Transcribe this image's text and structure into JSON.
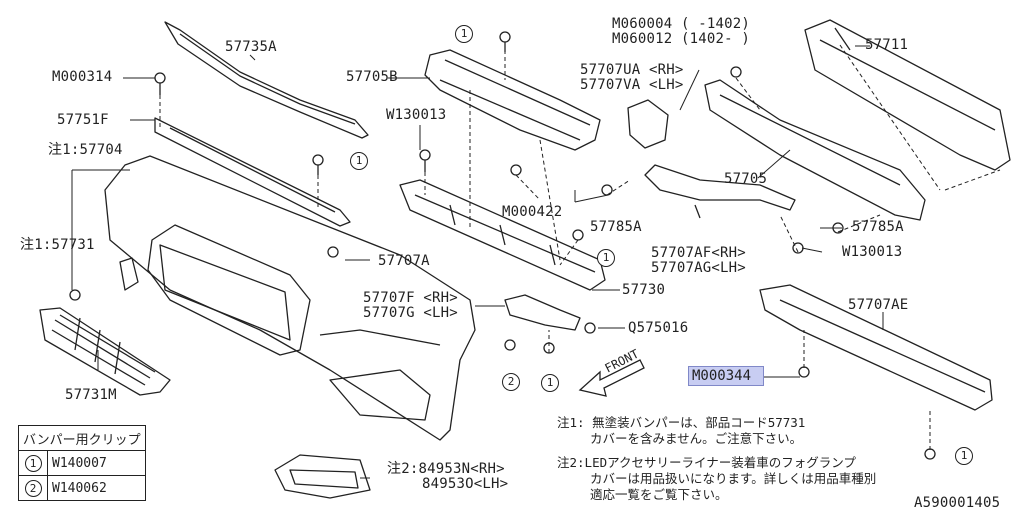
{
  "diagram_id": "A590001405",
  "highlight": {
    "code": "M000344",
    "color": "#c8cdf2"
  },
  "labels": {
    "p57735A": "57735A",
    "p57711": "57711",
    "m060004": "M060004 ( -1402)",
    "m060012": "M060012 (1402- )",
    "m000314": "M000314",
    "p57705B": "57705B",
    "p57707UA": "57707UA <RH>",
    "p57707VA": "57707VA <LH>",
    "p57751F": "57751F",
    "w130013a": "W130013",
    "p57704": "注1:57704",
    "p57705": "57705",
    "m000422": "M000422",
    "p57785A_1": "57785A",
    "p57785A_2": "57785A",
    "p57731": "注1:57731",
    "p57707A": "57707A",
    "p57707AF": "57707AF<RH>",
    "p57707AG": "57707AG<LH>",
    "w130013b": "W130013",
    "p57730": "57730",
    "p57707F": "57707F <RH>",
    "p57707G": "57707G <LH>",
    "p57707AE": "57707AE",
    "q575016": "Q575016",
    "p57731M": "57731M",
    "front": "FRONT",
    "p84953N": "注2:84953N<RH>",
    "p84953O": "84953O<LH>"
  },
  "callouts": {
    "one": "1",
    "two": "2"
  },
  "clip_table": {
    "header": "バンパー用クリップ",
    "rows": [
      {
        "num": "1",
        "part": "W140007"
      },
      {
        "num": "2",
        "part": "W140062"
      }
    ]
  },
  "notes": {
    "note1_line1": "注1: 無塗装バンパーは、部品コード57731",
    "note1_line2": "カバーを含みません。ご注意下さい。",
    "note2_line1": "注2:LEDアクセサリーライナー装着車のフォグランプ",
    "note2_line2": "カバーは用品扱いになります。詳しくは用品車種別",
    "note2_line3": "適応一覧をご覧下さい。"
  }
}
